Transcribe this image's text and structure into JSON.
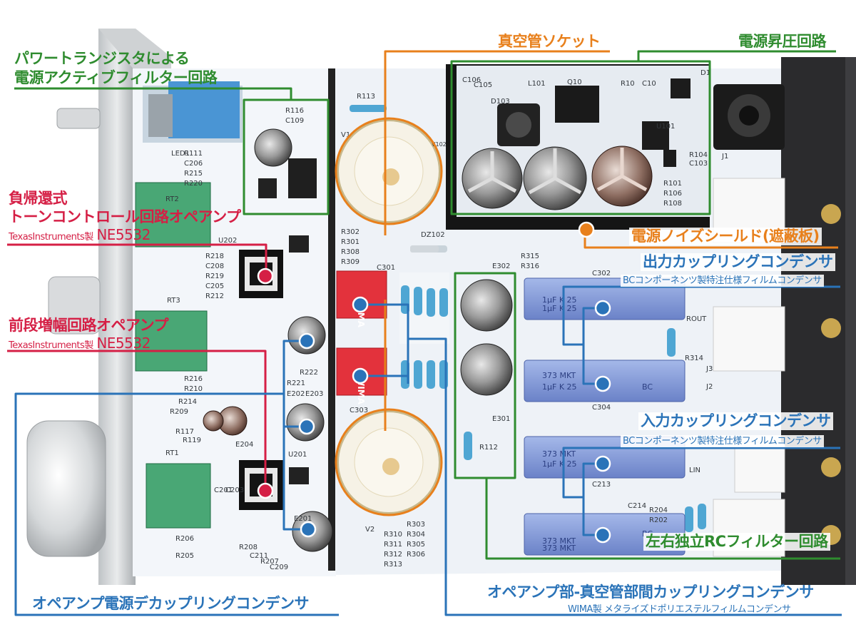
{
  "colors": {
    "green": "#2f8c2f",
    "orange": "#e8801c",
    "red": "#d51f45",
    "blue": "#2a73b8"
  },
  "callouts": {
    "transistor_filter": {
      "line1": "パワートランジスタによる",
      "line2": "電源アクティブフィルター回路"
    },
    "tube_socket": {
      "title": "真空管ソケット"
    },
    "boost_circuit": {
      "title": "電源昇圧回路"
    },
    "noise_shield": {
      "title": "電源ノイズシールド(遮蔽板)"
    },
    "tone_opamp": {
      "line1": "負帰還式",
      "line2": "トーンコントロール回路オペアンプ",
      "maker": "TexasInstruments製",
      "part": "NE5532"
    },
    "output_caps": {
      "title": "出力カップリングコンデンサ",
      "sub": "BCコンポーネンツ製特注仕様フィルムコンデンサ"
    },
    "preamp_opamp": {
      "title": "前段増幅回路オペアンプ",
      "maker": "TexasInstruments製",
      "part": "NE5532"
    },
    "input_caps": {
      "title": "入力カップリングコンデンサ",
      "sub": "BCコンポーネンツ製特注仕様フィルムコンデンサ"
    },
    "rc_filter": {
      "title": "左右独立RCフィルター回路"
    },
    "decoupling": {
      "title": "オペアンプ電源デカップリングコンデンサ"
    },
    "interstage": {
      "title": "オペアンプ部-真空管部間カップリングコンデンサ",
      "sub": "WIMA製 メタライズドポリエステルフィルムコンデンサ"
    }
  },
  "silkscreen": {
    "r113": "R113",
    "v1": "V1",
    "v2": "V2",
    "v102": "V102",
    "c106": "C106",
    "c105": "C105",
    "d103": "D103",
    "l101": "L101",
    "q101": "Q10",
    "r116": "R116",
    "c109": "C109",
    "led1": "LED1",
    "r111": "R111",
    "c206": "C206",
    "r215": "R215",
    "r220": "R220",
    "u202": "U202",
    "r218": "R218",
    "c208": "C208",
    "r219": "R219",
    "c205": "C205",
    "r212": "R212",
    "rt3": "RT3",
    "rt2": "RT2",
    "r216": "R216",
    "r210": "R210",
    "r214": "R214",
    "r209": "R209",
    "r117": "R117",
    "r119": "R119",
    "rt1": "RT1",
    "e204": "E204",
    "r221": "R221",
    "r222": "R222",
    "e202": "E202",
    "e203": "E203",
    "u201": "U201",
    "e201": "E201",
    "c201": "C201",
    "c203": "C203",
    "r206": "R206",
    "r205": "R205",
    "r208": "R208",
    "c211": "C211",
    "r207": "R207",
    "c209": "C209",
    "r302": "R302",
    "r301": "R301",
    "r308": "R308",
    "r309": "R309",
    "c301": "C301",
    "c303": "C303",
    "dz102": "DZ102",
    "e302": "E302",
    "r315": "R315",
    "r316": "R316",
    "e301": "E301",
    "r112": "R112",
    "c302": "C302",
    "rout": "ROUT",
    "r314": "R314",
    "j3": "J3",
    "j2": "J2",
    "c304": "C304",
    "lin": "LIN",
    "c213": "C213",
    "c214": "C214",
    "r204": "R204",
    "r202": "R202",
    "r303": "R303",
    "r310": "R310",
    "r304": "R304",
    "r311": "R311",
    "r305": "R305",
    "r312": "R312",
    "r306": "R306",
    "r313": "R313",
    "j1": "J1",
    "r104": "R104",
    "c103": "C103",
    "r101": "R101",
    "r106": "R106",
    "r108": "R108",
    "u101": "U101",
    "d1": "D1",
    "r10": "R10",
    "c10": "C10"
  },
  "cap_prints": {
    "p1": "1µF K  25",
    "p2": "373 MKT",
    "p3": "1µF K  25",
    "p4": "373 MKT",
    "p5": "1µF K  25",
    "p6": "373 MKT",
    "p7": "1µF K  25",
    "p8": "373 MKT",
    "bc1": "BC",
    "bc2": "BC",
    "w1": "WIMA",
    "w2": "WIMA"
  }
}
